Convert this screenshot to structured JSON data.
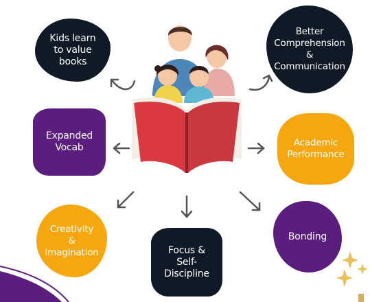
{
  "benefits": {
    "kids": "Kids learn\nto value\nbooks",
    "better": "Better\nComprehension\n&\nCommunication",
    "vocab": "Expanded\nVocab",
    "academic": "Academic\nPerformance",
    "creativity": "Creativity\n&\nImagination",
    "focus": "Focus &\nSelf-\nDiscipline",
    "bonding": "Bonding"
  },
  "colors": {
    "dark": "#0f1a26",
    "purple": "#5b1d7e",
    "orange": "#f6a70f",
    "book_red": "#c8383e",
    "arrow": "#555555"
  },
  "icons": [
    "family-reading-illustration",
    "open-book-icon",
    "sparkle-icon"
  ]
}
